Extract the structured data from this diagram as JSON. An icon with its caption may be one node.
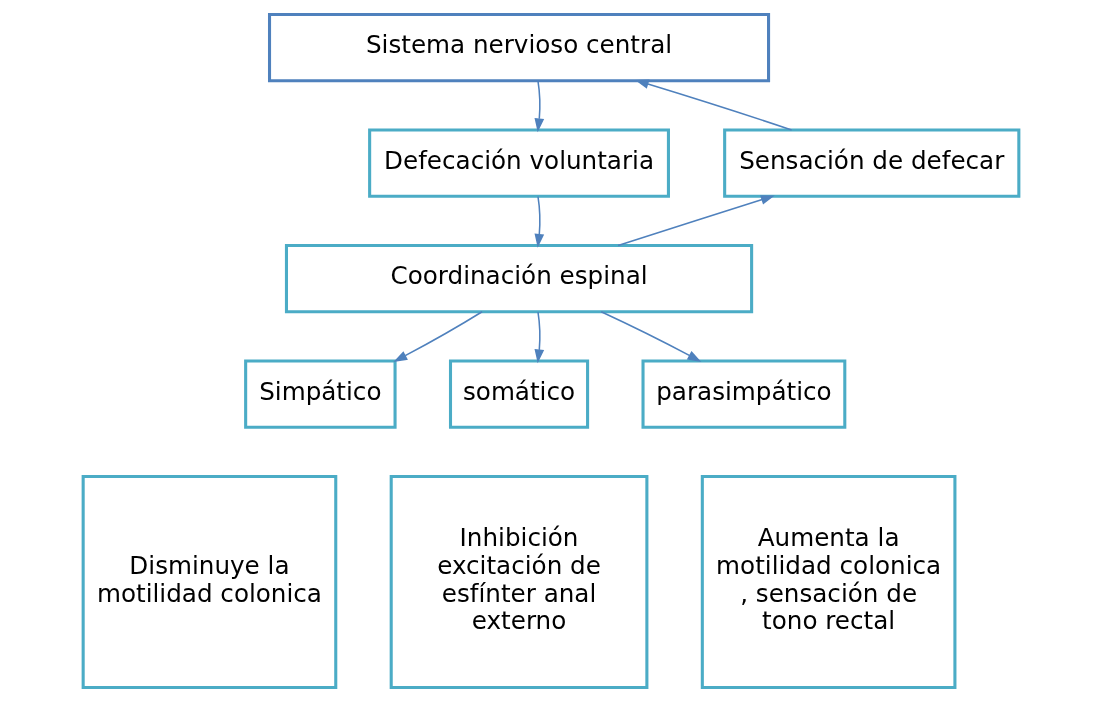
{
  "diagram": {
    "nodes": [
      {
        "text": [
          "Sistema nervioso central"
        ]
      },
      {
        "text": [
          "Defecación voluntaria"
        ]
      },
      {
        "text": [
          "Sensación de defecar"
        ]
      },
      {
        "text": [
          "Coordinación espinal"
        ]
      },
      {
        "text": [
          "Simpático"
        ]
      },
      {
        "text": [
          "somático"
        ]
      },
      {
        "text": [
          "parasimpático"
        ]
      },
      {
        "text": [
          "Disminuye la motilidad colonica"
        ]
      },
      {
        "text": [
          "Inhibición excitación de esfínter anal externo"
        ]
      },
      {
        "text": [
          "Aumenta la motilidad colonica , sensación de tono rectal"
        ]
      }
    ],
    "edges": [
      {
        "from": 0,
        "to": 1,
        "arrow": "to"
      },
      {
        "from": 1,
        "to": 3,
        "arrow": "to"
      },
      {
        "from": 3,
        "to": 2,
        "arrow": "to"
      },
      {
        "from": 2,
        "to": 0,
        "arrow": "to"
      },
      {
        "from": 3,
        "to": 4,
        "arrow": "to"
      },
      {
        "from": 3,
        "to": 5,
        "arrow": "to"
      },
      {
        "from": 3,
        "to": 6,
        "arrow": "to"
      }
    ]
  }
}
